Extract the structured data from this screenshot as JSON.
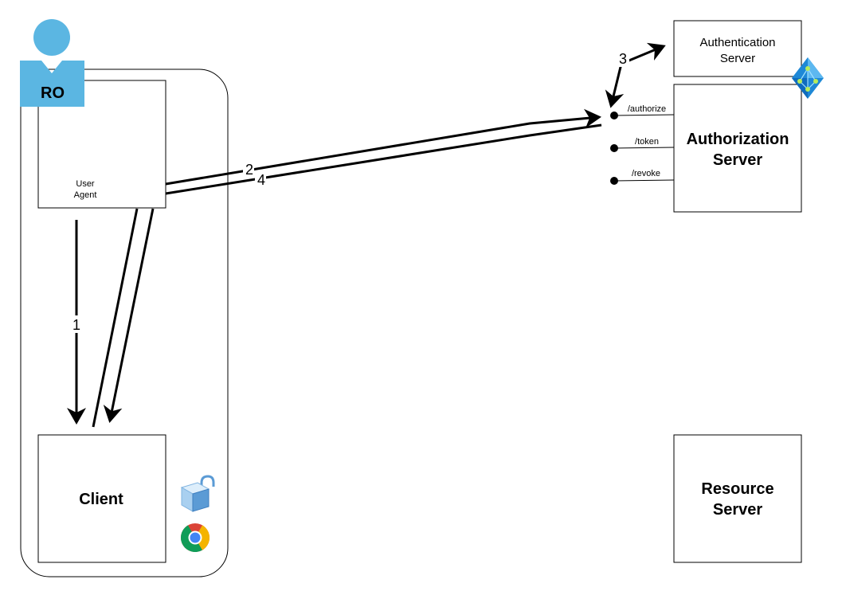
{
  "actor": {
    "label": "RO",
    "color": "#5BB6E2"
  },
  "user_agent": {
    "label_line1": "User",
    "label_line2": "Agent"
  },
  "client": {
    "label": "Client"
  },
  "authentication_server": {
    "label_line1": "Authentication",
    "label_line2": "Server"
  },
  "authorization_server": {
    "label_line1": "Authorization",
    "label_line2": "Server",
    "endpoints": [
      "/authorize",
      "/token",
      "/revoke"
    ]
  },
  "resource_server": {
    "label_line1": "Resource",
    "label_line2": "Server"
  },
  "steps": {
    "step1": "1",
    "step2": "2",
    "step3": "3",
    "step4": "4"
  },
  "icons": {
    "azure_ad": "azure-ad-icon",
    "lock": "open-lock-icon",
    "browser": "chrome-icon"
  }
}
